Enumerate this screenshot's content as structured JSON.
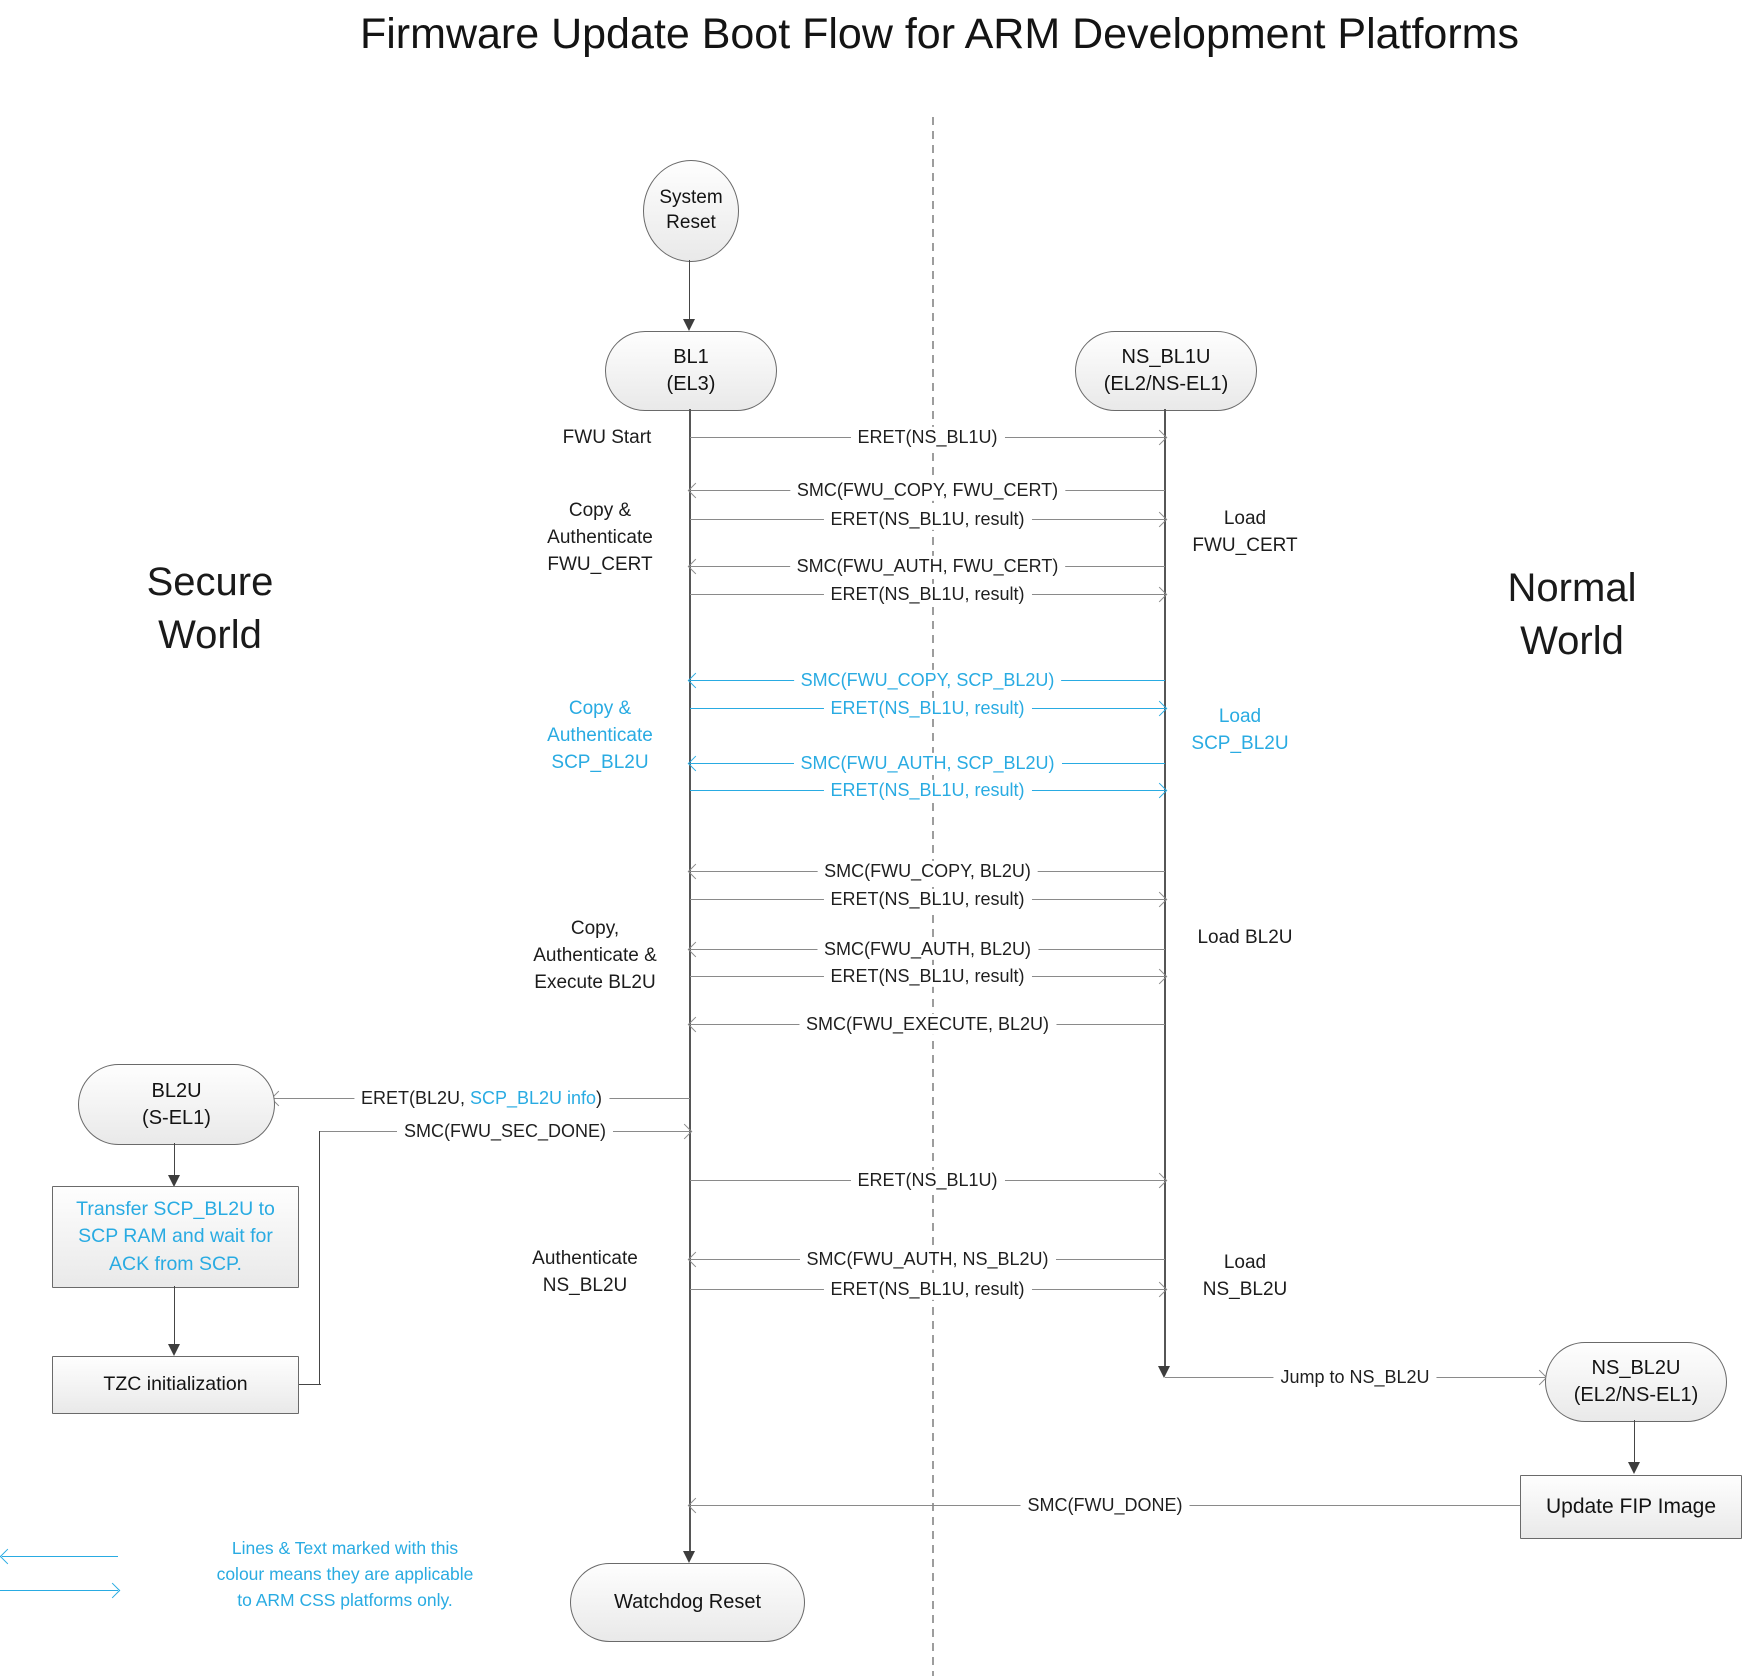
{
  "title": "Firmware Update Boot Flow for ARM Development Platforms",
  "worlds": {
    "secure": "Secure\nWorld",
    "normal": "Normal\nWorld"
  },
  "nodes": {
    "system_reset": "System\nReset",
    "bl1": "BL1\n(EL3)",
    "ns_bl1u": "NS_BL1U\n(EL2/NS-EL1)",
    "bl2u": "BL2U\n(S-EL1)",
    "ns_bl2u": "NS_BL2U\n(EL2/NS-EL1)",
    "transfer_scp_bl2u": "Transfer SCP_BL2U to\nSCP RAM and wait for\nACK from SCP.",
    "tzc_init": "TZC initialization",
    "update_fip": "Update FIP Image",
    "watchdog_reset": "Watchdog Reset"
  },
  "messages": {
    "eret_ns_bl1u_1": "ERET(NS_BL1U)",
    "smc_copy_fwu_cert": "SMC(FWU_COPY, FWU_CERT)",
    "eret_result_1": "ERET(NS_BL1U, result)",
    "smc_auth_fwu_cert": "SMC(FWU_AUTH, FWU_CERT)",
    "eret_result_2": "ERET(NS_BL1U, result)",
    "smc_copy_scp_bl2u": "SMC(FWU_COPY, SCP_BL2U)",
    "eret_result_3": "ERET(NS_BL1U, result)",
    "smc_auth_scp_bl2u": "SMC(FWU_AUTH, SCP_BL2U)",
    "eret_result_4": "ERET(NS_BL1U, result)",
    "smc_copy_bl2u": "SMC(FWU_COPY, BL2U)",
    "eret_result_5": "ERET(NS_BL1U, result)",
    "smc_auth_bl2u": "SMC(FWU_AUTH, BL2U)",
    "eret_result_6": "ERET(NS_BL1U, result)",
    "smc_execute_bl2u": "SMC(FWU_EXECUTE, BL2U)",
    "eret_bl2u": {
      "pre": "ERET(BL2U, ",
      "accent": "SCP_BL2U info",
      "post": ")"
    },
    "smc_sec_done": "SMC(FWU_SEC_DONE)",
    "eret_ns_bl1u_2": "ERET(NS_BL1U)",
    "smc_auth_ns_bl2u": "SMC(FWU_AUTH, NS_BL2U)",
    "eret_result_7": "ERET(NS_BL1U, result)",
    "jump_ns_bl2u": "Jump to NS_BL2U",
    "smc_fwu_done": "SMC(FWU_DONE)"
  },
  "annotations": {
    "fwu_start": "FWU Start",
    "copy_auth_fwu_cert": "Copy &\nAuthenticate\nFWU_CERT",
    "load_fwu_cert": "Load\nFWU_CERT",
    "copy_auth_scp_bl2u": "Copy &\nAuthenticate\nSCP_BL2U",
    "load_scp_bl2u": "Load\nSCP_BL2U",
    "copy_auth_exec_bl2u": "Copy,\nAuthenticate &\nExecute BL2U",
    "load_bl2u": "Load BL2U",
    "auth_ns_bl2u": "Authenticate\nNS_BL2U",
    "load_ns_bl2u": "Load\nNS_BL2U"
  },
  "legend": {
    "note": "Lines & Text marked with this\ncolour means they are applicable\nto ARM CSS platforms only."
  },
  "colors": {
    "accent_cyan": "#29ABE2",
    "message_line_gray": "#8a8a8a",
    "text_black": "#1b1b1b"
  }
}
